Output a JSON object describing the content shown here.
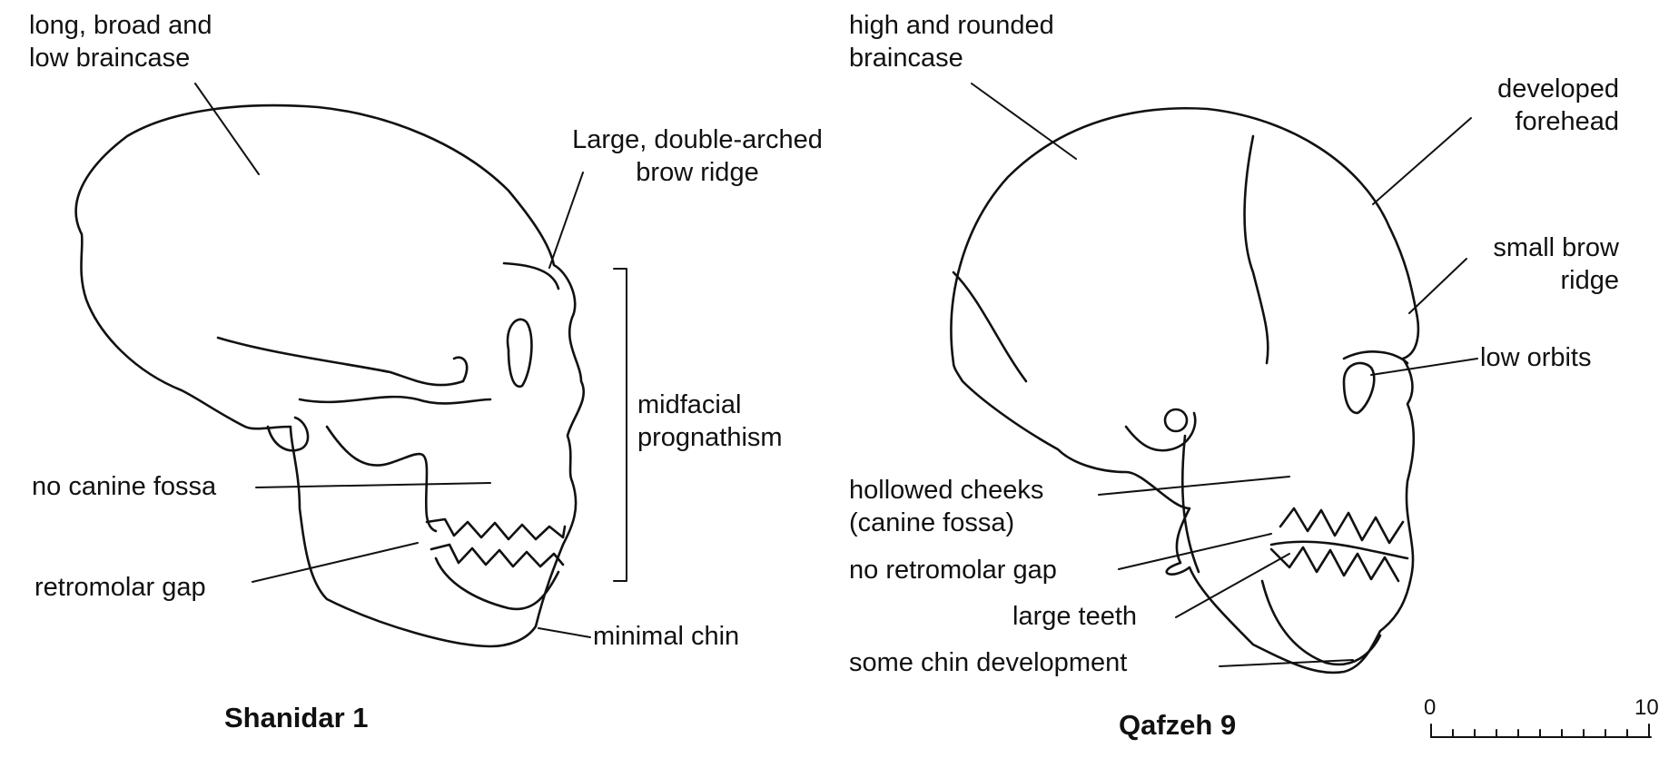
{
  "left_skull": {
    "caption": "Shanidar 1",
    "labels": {
      "braincase": [
        "long, broad and",
        "low braincase"
      ],
      "brow_ridge": [
        "Large, double-arched",
        "brow ridge"
      ],
      "midfacial": [
        "midfacial",
        "prognathism"
      ],
      "canine_fossa": "no canine fossa",
      "retromolar_gap": "retromolar gap",
      "chin": "minimal chin"
    }
  },
  "right_skull": {
    "caption": "Qafzeh 9",
    "labels": {
      "braincase": [
        "high and rounded",
        "braincase"
      ],
      "forehead": [
        "developed",
        "forehead"
      ],
      "brow_ridge": [
        "small brow",
        "ridge"
      ],
      "orbits": "low orbits",
      "cheeks": [
        "hollowed cheeks",
        "(canine fossa)"
      ],
      "retromolar_gap": "no retromolar gap",
      "teeth": "large teeth",
      "chin": "some chin development"
    }
  },
  "scale_bar": {
    "start_label": "0",
    "end_label": "10"
  },
  "colors": {
    "ink": "#111111",
    "background": "#ffffff"
  }
}
